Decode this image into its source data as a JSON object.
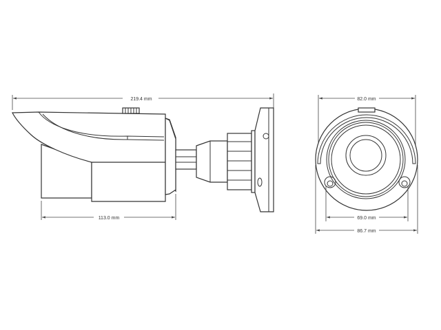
{
  "dimensions": {
    "side_total_length": "219.4 mm",
    "side_body_length": "113.0 mm",
    "front_width": "82.0 mm",
    "front_inner_width": "69.0 mm",
    "front_outer_width": "86.7 mm"
  },
  "colors": {
    "line": "#333333",
    "background": "#ffffff"
  }
}
